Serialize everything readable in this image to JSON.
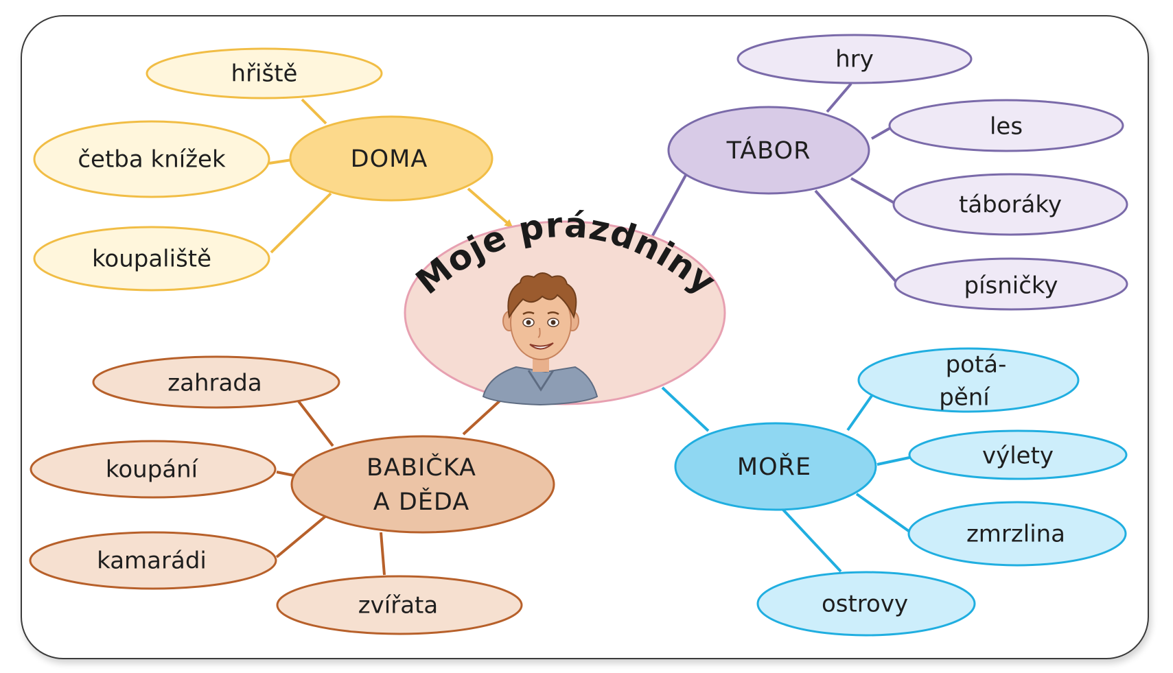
{
  "title": "Moje prázdniny",
  "colors": {
    "doma": {
      "fill": "#fcd98b",
      "leaf_fill": "#fff6dc",
      "stroke": "#f1bd45"
    },
    "tabor": {
      "fill": "#d8cbe7",
      "leaf_fill": "#efe9f6",
      "stroke": "#7a6aa9"
    },
    "babicka": {
      "fill": "#ecc4a6",
      "leaf_fill": "#f6e0d0",
      "stroke": "#b7602a"
    },
    "more": {
      "fill": "#8fd7f2",
      "leaf_fill": "#cdeefb",
      "stroke": "#20aee0"
    },
    "center": {
      "fill": "#f6dcd3",
      "stroke": "#e7a0b1"
    }
  },
  "branches": {
    "doma": {
      "label": "DOMA",
      "leaves": [
        "hřiště",
        "četba knížek",
        "koupaliště"
      ]
    },
    "tabor": {
      "label": "TÁBOR",
      "leaves": [
        "hry",
        "les",
        "táboráky",
        "písničky"
      ]
    },
    "babicka": {
      "label_lines": [
        "BABIČKA",
        "A DĚDA"
      ],
      "leaves": [
        "zahrada",
        "koupání",
        "kamarádi",
        "zvířata"
      ]
    },
    "more": {
      "label": "MOŘE",
      "leaves": [
        "potá-",
        "pění",
        "výlety",
        "zmrzlina",
        "ostrovy"
      ]
    }
  }
}
